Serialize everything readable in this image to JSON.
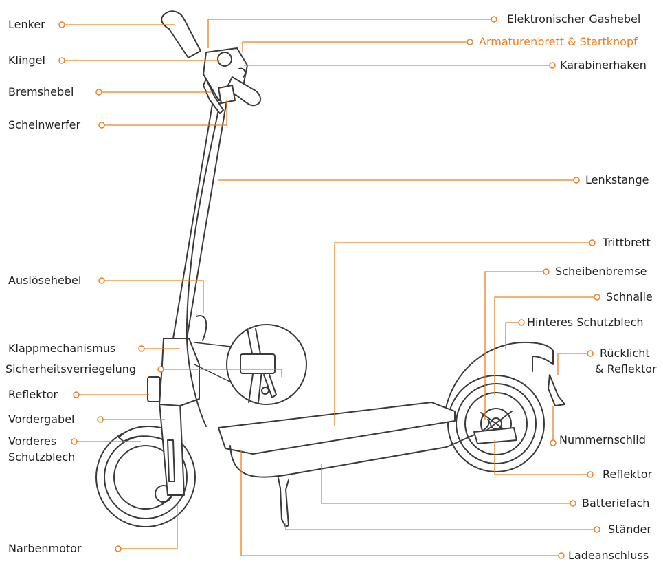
{
  "colors": {
    "accent": "#F07D1E",
    "line_art": "#3a3a3a",
    "text": "#222222",
    "background": "#ffffff"
  },
  "labels": {
    "lenker": "Lenker",
    "klingel": "Klingel",
    "bremshebel": "Bremshebel",
    "scheinwerfer": "Scheinwerfer",
    "ausloesehebel": "Auslösehebel",
    "klappmechanismus": "Klappmechanismus",
    "sicherheitsverriegelung": "Sicherheitsverriegelung",
    "reflektor_front": "Reflektor",
    "vordergabel": "Vordergabel",
    "vorderes_schutzblech_1": "Vorderes",
    "vorderes_schutzblech_2": "Schutzblech",
    "narbenmotor": "Narbenmotor",
    "gashebel": "Elektronischer Gashebel",
    "armaturenbrett": "Armaturenbrett & Startknopf",
    "karabinerhaken": "Karabinerhaken",
    "lenkstange": "Lenkstange",
    "trittbrett": "Trittbrett",
    "scheibenbremse": "Scheibenbremse",
    "schnalle": "Schnalle",
    "hinteres_schutzblech": "Hinteres Schutzblech",
    "ruecklicht_1": "Rücklicht",
    "ruecklicht_2": "& Reflektor",
    "nummernschild": "Nummernschild",
    "reflektor_rear": "Reflektor",
    "batteriefach": "Batteriefach",
    "staender": "Ständer",
    "ladeanschluss": "Ladeanschluss"
  }
}
